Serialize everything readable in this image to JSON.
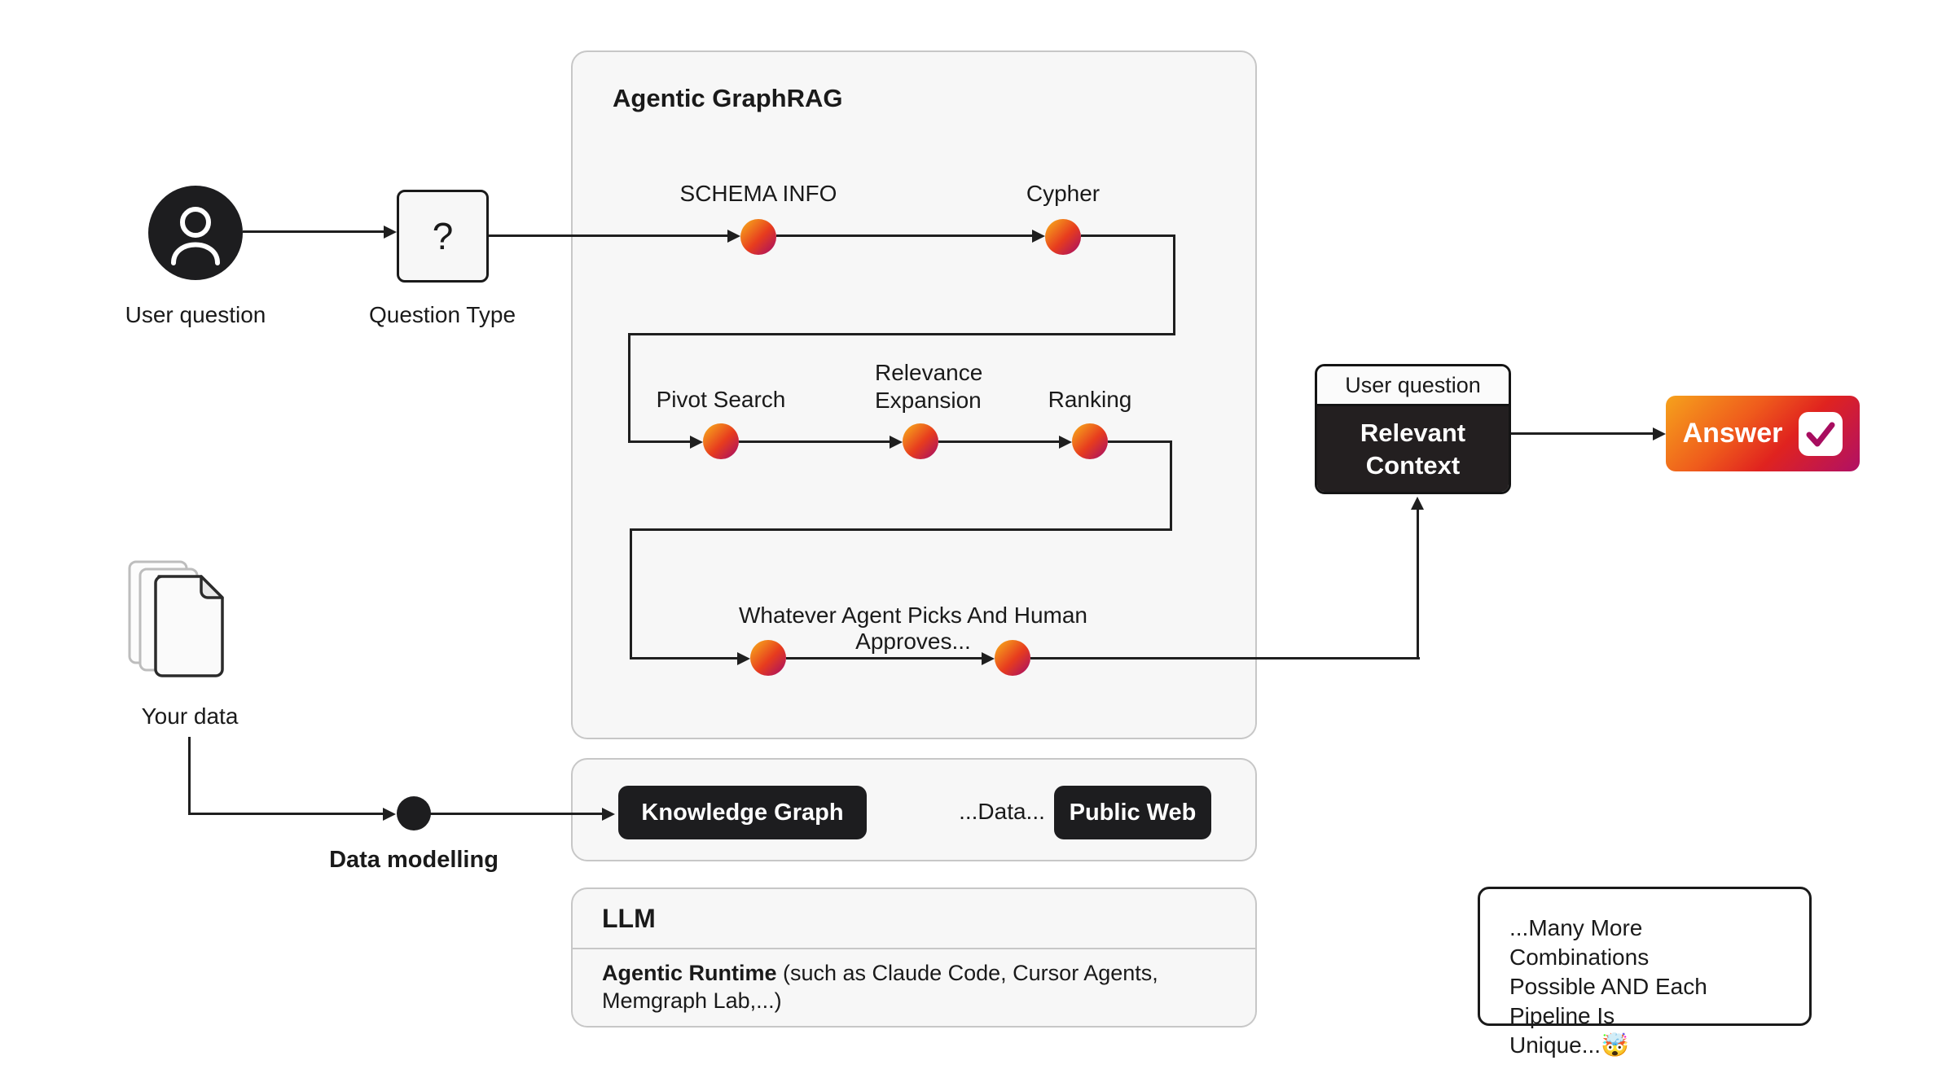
{
  "colors": {
    "accent_gradient_start": "#f6a21c",
    "accent_gradient_mid": "#e73c1e",
    "accent_gradient_end": "#a80f64",
    "node_dark": "#1d1d1f",
    "panel_bg": "#f7f7f7",
    "panel_border": "#c7c7c7",
    "check_mark": "#a80d5f"
  },
  "input_flow": {
    "user_label": "User question",
    "question_type_label": "Question Type",
    "question_type_glyph": "?"
  },
  "graphrag": {
    "title": "Agentic GraphRAG",
    "row1": {
      "step1": "SCHEMA INFO",
      "step2": "Cypher"
    },
    "row2": {
      "step1": "Pivot Search",
      "step2": "Relevance\nExpansion",
      "step3": "Ranking"
    },
    "row3": {
      "label": "Whatever Agent Picks And Human Approves..."
    }
  },
  "context_card": {
    "tab": "User question",
    "body": "Relevant\nContext"
  },
  "answer": {
    "label": "Answer"
  },
  "data_pipeline": {
    "your_data_label": "Your data",
    "modelling_label": "Data modelling"
  },
  "sources": {
    "knowledge_graph": "Knowledge Graph",
    "data": "...Data...",
    "public_web": "Public Web"
  },
  "llm": {
    "title": "LLM",
    "runtime_bold": "Agentic Runtime",
    "runtime_rest": " (such as Claude Code, Cursor Agents,\nMemgraph Lab,...)"
  },
  "note": {
    "text": "...Many More Combinations\nPossible AND Each Pipeline Is\nUnique...🤯"
  }
}
